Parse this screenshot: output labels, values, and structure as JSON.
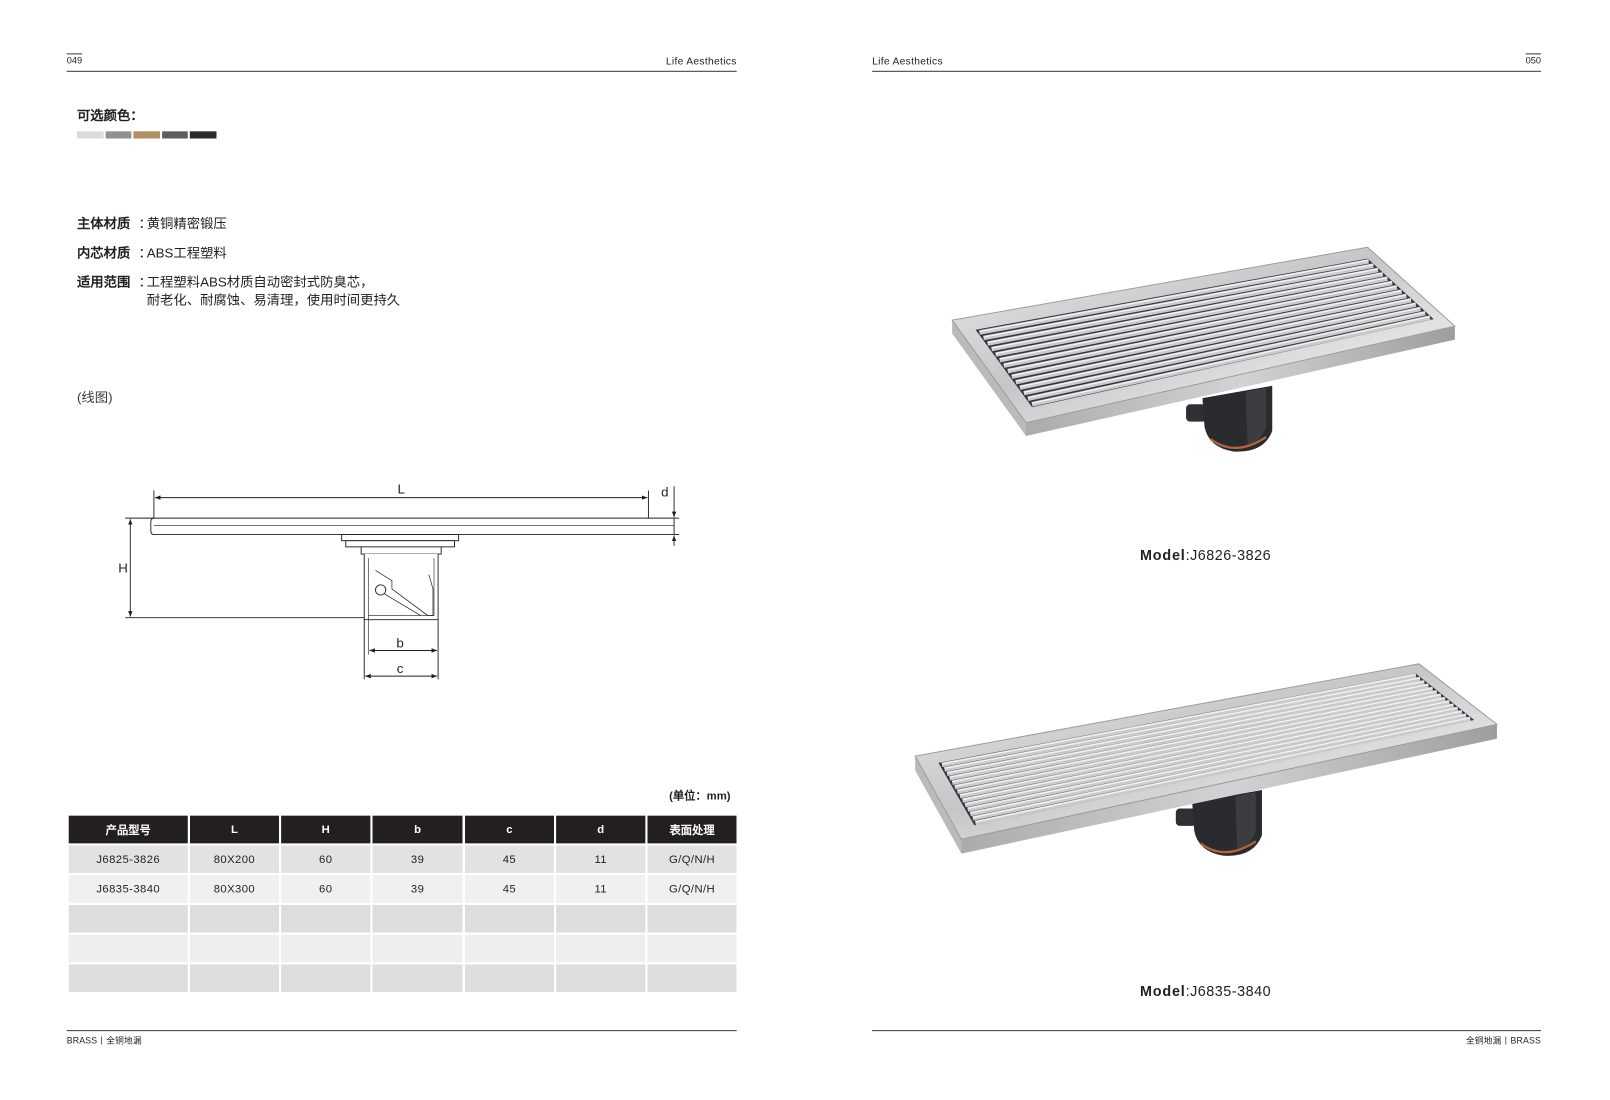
{
  "left_page": {
    "page_number": "049",
    "header": "Life Aesthetics",
    "footer": "BRASS丨全铜地漏"
  },
  "right_page": {
    "page_number": "050",
    "header": "Life Aesthetics",
    "footer": "全铜地漏丨BRASS"
  },
  "colors": {
    "label": "可选颜色：",
    "swatches": [
      "#d9dbdd",
      "#8f9193",
      "#b0915f",
      "#5b5e63",
      "#2b2b2d"
    ]
  },
  "specs": [
    {
      "label": "主体材质",
      "sep": "：",
      "value": "黄铜精密锻压"
    },
    {
      "label": "内芯材质",
      "sep": "：",
      "value": "ABS工程塑料"
    },
    {
      "label": "适用范围",
      "sep": "：",
      "value": "工程塑料ABS材质自动密封式防臭芯，",
      "value2": "耐老化、耐腐蚀、易清理，使用时间更持久"
    }
  ],
  "line_drawing": {
    "caption": "(线图)",
    "labels": {
      "L": "L",
      "d": "d",
      "H": "H",
      "b": "b",
      "c": "c"
    }
  },
  "spec_table": {
    "unit": "(单位：mm)",
    "headers": [
      "产品型号",
      "L",
      "H",
      "b",
      "c",
      "d",
      "表面处理"
    ],
    "rows": [
      [
        "J6825-3826",
        "80X200",
        "60",
        "39",
        "45",
        "11",
        "G/Q/N/H"
      ],
      [
        "J6835-3840",
        "80X300",
        "60",
        "39",
        "45",
        "11",
        "G/Q/N/H"
      ],
      [
        "",
        "",
        "",
        "",
        "",
        "",
        ""
      ],
      [
        "",
        "",
        "",
        "",
        "",
        "",
        ""
      ],
      [
        "",
        "",
        "",
        "",
        "",
        "",
        ""
      ]
    ]
  },
  "products": [
    {
      "model_label": "Model",
      "model_code": ":J6826-3826"
    },
    {
      "model_label": "Model",
      "model_code": ":J6835-3840"
    }
  ]
}
